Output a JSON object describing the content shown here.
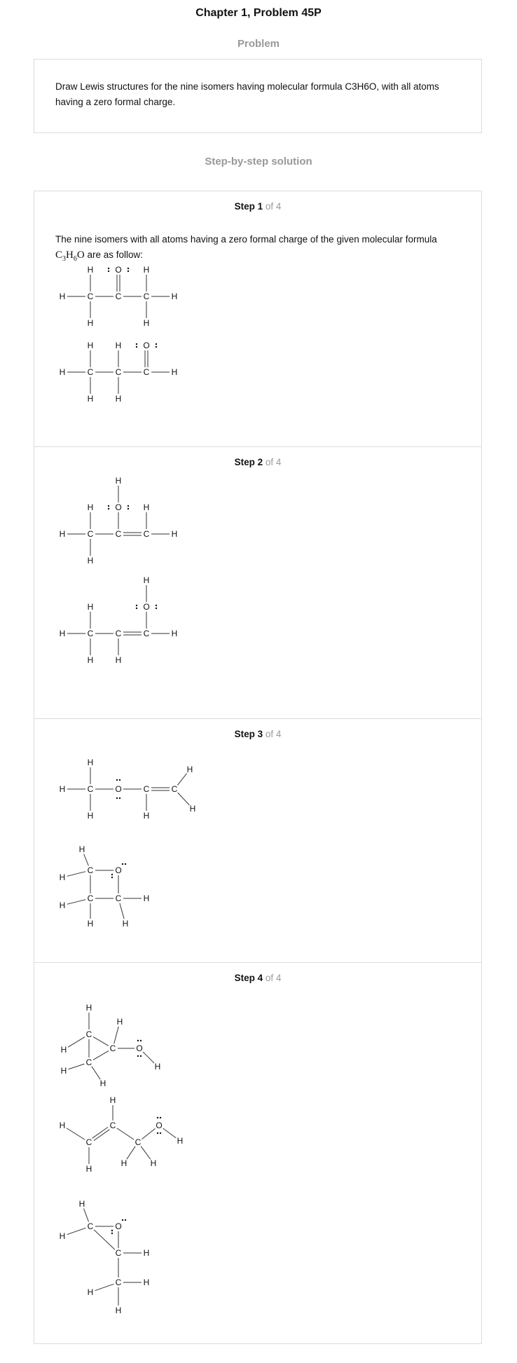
{
  "page": {
    "title": "Chapter 1, Problem 45P",
    "problem_heading": "Problem",
    "problem_text": "Draw Lewis structures for the nine isomers having molecular formula C3H6O, with all atoms having a zero formal charge.",
    "solution_heading": "Step-by-step solution"
  },
  "steps": [
    {
      "num": "Step 1",
      "of": "of 4",
      "intro_text": "The nine isomers with all atoms having a zero formal charge of the given molecular formula",
      "formula": {
        "c": "C",
        "c_sub": "3",
        "h": "H",
        "h_sub": "6",
        "o": "O"
      },
      "intro_suffix": "are as follow:"
    },
    {
      "num": "Step 2",
      "of": "of 4"
    },
    {
      "num": "Step 3",
      "of": "of 4"
    },
    {
      "num": "Step 4",
      "of": "of 4"
    }
  ],
  "atoms": {
    "C": "C",
    "H": "H",
    "O": "O"
  }
}
